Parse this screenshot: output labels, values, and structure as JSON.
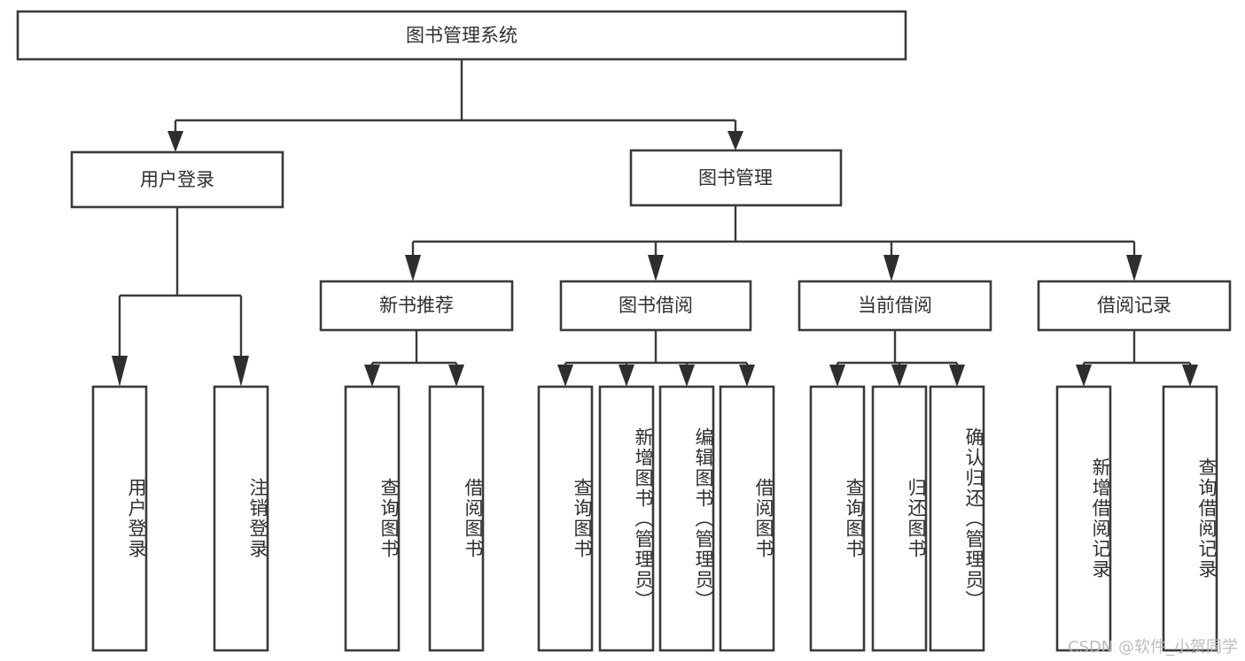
{
  "diagram": {
    "type": "tree",
    "title": "图书管理系统",
    "orientation": "top-down",
    "colors": {
      "box_fill": "#ffffff",
      "box_stroke": "#3a3a3a",
      "connector": "#3a3a3a",
      "text": "#2f2f2f",
      "watermark": "#b9b9b9",
      "background": "#ffffff"
    },
    "root": {
      "label": "图书管理系统"
    },
    "level2": [
      {
        "label": "用户登录"
      },
      {
        "label": "图书管理"
      }
    ],
    "level3": [
      {
        "label": "新书推荐",
        "parent": "图书管理"
      },
      {
        "label": "图书借阅",
        "parent": "图书管理"
      },
      {
        "label": "当前借阅",
        "parent": "图书管理"
      },
      {
        "label": "借阅记录",
        "parent": "图书管理"
      }
    ],
    "leaves": {
      "user_login": [
        {
          "label": "用户登录"
        },
        {
          "label": "注销登录"
        }
      ],
      "new_book_recommend": [
        {
          "label": "查询图书"
        },
        {
          "label": "借阅图书"
        }
      ],
      "book_borrow": [
        {
          "label": "查询图书"
        },
        {
          "label": "新增图书（管理员）"
        },
        {
          "label": "编辑图书（管理员）"
        },
        {
          "label": "借阅图书"
        }
      ],
      "current_borrow": [
        {
          "label": "查询图书"
        },
        {
          "label": "归还图书"
        },
        {
          "label": "确认归还（管理员）"
        }
      ],
      "borrow_record": [
        {
          "label": "新增借阅记录"
        },
        {
          "label": "查询借阅记录"
        }
      ]
    }
  },
  "watermark": {
    "text": "CSDN @软件_小贺同学"
  }
}
